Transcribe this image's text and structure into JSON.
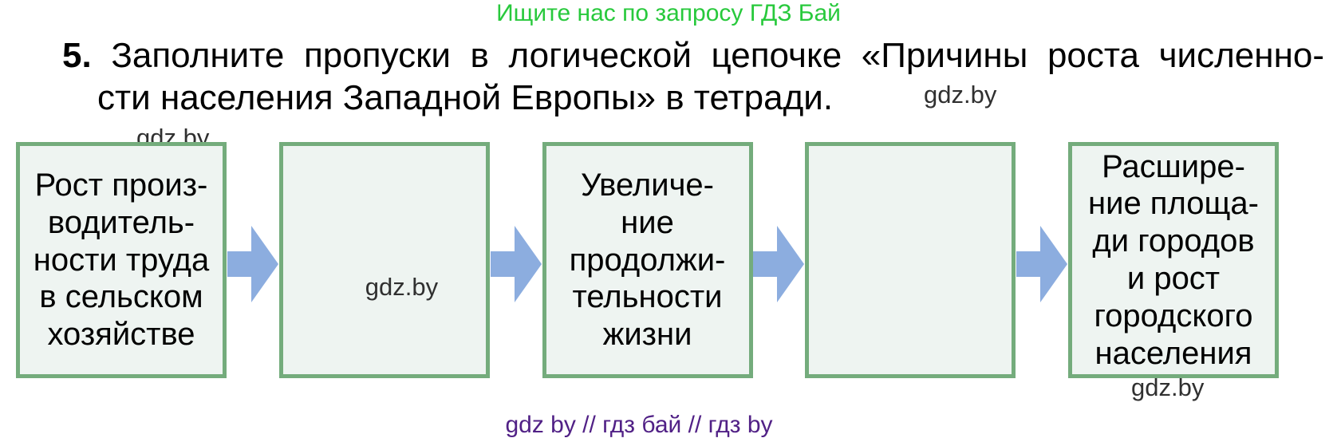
{
  "promo": {
    "text": "Ищите нас по запросу ГДЗ Бай"
  },
  "task": {
    "number": "5.",
    "line1": "Заполните пропуски в логической цепочке «Причины роста численно-",
    "line2": "сти населения Западной Европы» в тетради."
  },
  "watermarks": {
    "above_first_box": "gdz.by",
    "beside_task": "gdz.by",
    "inside_second_box": "gdz.by",
    "below_last_box": "gdz.by"
  },
  "chain": {
    "boxes": [
      {
        "text": "Рост произ-\nводитель-\nности труда\nв сельском\nхозяйстве"
      },
      {
        "text": ""
      },
      {
        "text": "Увеличе-\nние\nпродолжи-\nтельности\nжизни"
      },
      {
        "text": ""
      },
      {
        "text": "Расшире-\nние площа-\nди городов\nи рост\nгородского\nнаселения"
      }
    ]
  },
  "footer": {
    "text": "gdz by  //  гдз бай  //  гдз by"
  },
  "colors": {
    "box_border": "#74ac7c",
    "box_fill": "#eef4f1",
    "arrow_blue": "#8caddf",
    "promo_green": "#28c93c",
    "footer_purple": "#512186",
    "watermark_gray": "#303030",
    "text_black": "#000000"
  }
}
